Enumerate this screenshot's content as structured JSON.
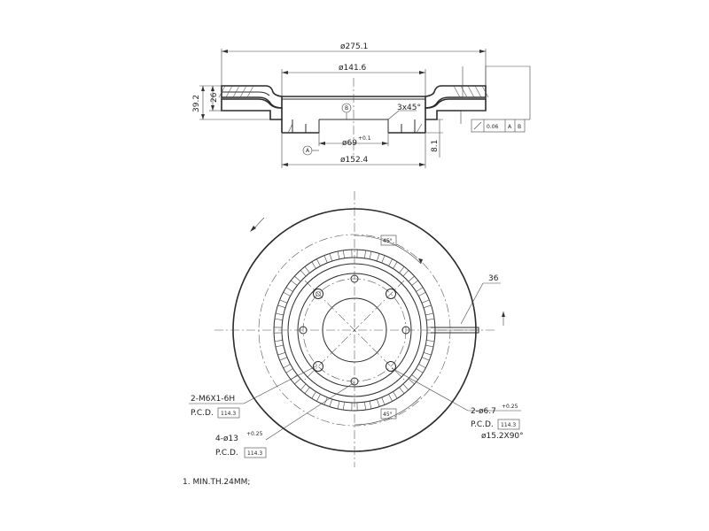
{
  "section_view": {
    "dim_outer_diameter": "ø275.1",
    "dim_hat_diameter": "ø141.6",
    "dim_bolt_circle": "ø152.4",
    "dim_center_bore": "ø69",
    "dim_center_bore_tol": "+0.1",
    "dim_total_height": "39.2",
    "dim_rotor_thickness": "26",
    "dim_hat_height": "8.1",
    "chamfer": "3x45°",
    "datum_a": "A",
    "datum_b": "B",
    "gdt_value": "0.06",
    "gdt_ref_a": "A",
    "gdt_ref_b": "B"
  },
  "plan_view": {
    "angle_top": "45°",
    "angle_bottom": "45°",
    "vane_label": "36",
    "thread_callout": "2-M6X1-6H",
    "thread_pcd_label": "P.C.D.",
    "thread_pcd_value": "114.3",
    "stud_hole_callout": "4-ø13",
    "stud_hole_tol": "+0.25",
    "stud_pcd_label": "P.C.D.",
    "stud_pcd_value": "114.3",
    "pin_hole_callout": "2-ø6.7",
    "pin_hole_tol": "+0.25",
    "pin_pcd_label": "P.C.D.",
    "pin_pcd_value": "114.3",
    "countersink": "ø15.2X90°"
  },
  "notes": {
    "note_1": "1. MIN.TH.24MM;"
  }
}
